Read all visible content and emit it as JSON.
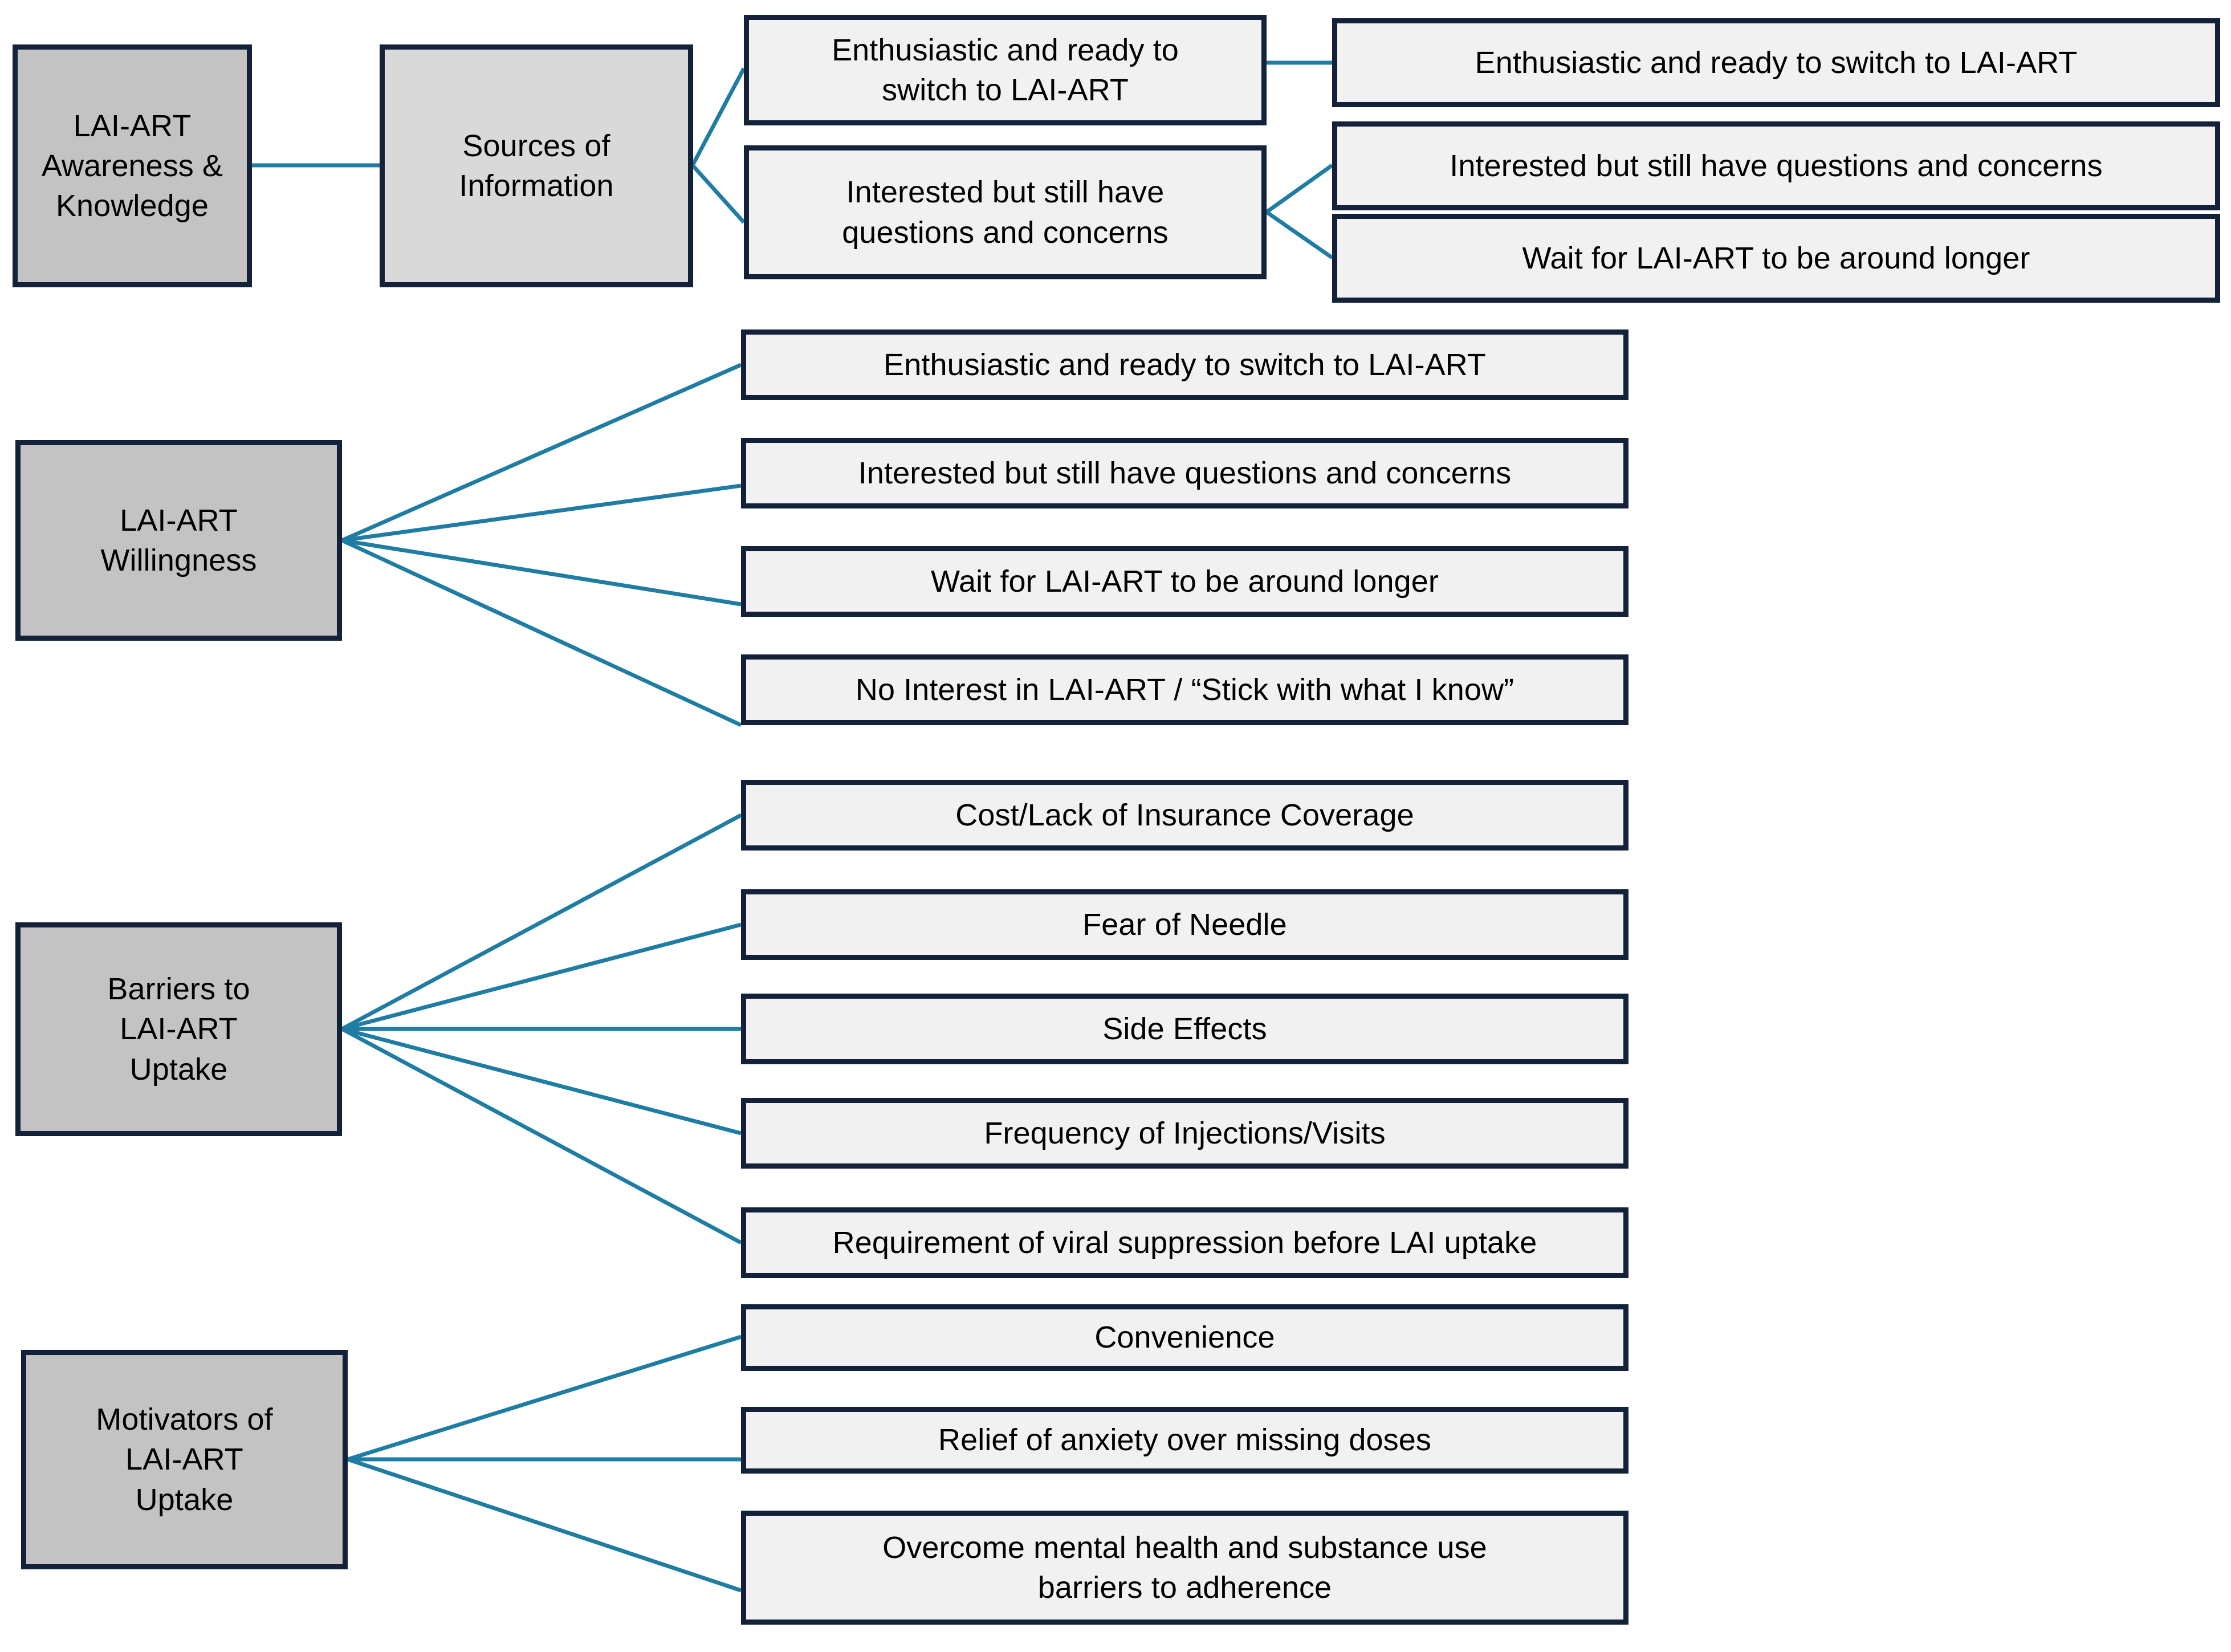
{
  "diagram": {
    "title": "LAI-ART thematic framework",
    "colors": {
      "border": "#13223a",
      "root_fill": "#c3c3c3",
      "stage_fill": "#d9d9d9",
      "leaf_fill": "#f1f1f1",
      "connector": "#1f7ca3",
      "background": "#ffffff",
      "text": "#000000"
    }
  },
  "sections": [
    {
      "id": "awareness",
      "root": {
        "label": "LAI-ART\nAwareness &\nKnowledge"
      },
      "stage": {
        "label": "Sources of\nInformation"
      },
      "middle": [
        {
          "label": "Enthusiastic and ready to\nswitch to LAI-ART"
        },
        {
          "label": "Interested but still have\nquestions and concerns"
        }
      ],
      "right": [
        {
          "label": "Enthusiastic and ready to switch to LAI-ART"
        },
        {
          "label": "Interested but still have questions and concerns"
        },
        {
          "label": "Wait for LAI-ART to be around longer"
        }
      ]
    },
    {
      "id": "willingness",
      "root": {
        "label": "LAI-ART\nWillingness"
      },
      "items": [
        {
          "label": "Enthusiastic and ready to switch to LAI-ART"
        },
        {
          "label": "Interested but still have questions and concerns"
        },
        {
          "label": "Wait for LAI-ART to be around longer"
        },
        {
          "label": "No Interest in LAI-ART / “Stick with what I know”"
        }
      ]
    },
    {
      "id": "barriers",
      "root": {
        "label": "Barriers to\nLAI-ART\nUptake"
      },
      "items": [
        {
          "label": "Cost/Lack of Insurance Coverage"
        },
        {
          "label": "Fear of Needle"
        },
        {
          "label": "Side Effects"
        },
        {
          "label": "Frequency of Injections/Visits"
        },
        {
          "label": "Requirement of viral suppression before LAI uptake"
        }
      ]
    },
    {
      "id": "motivators",
      "root": {
        "label": "Motivators of\nLAI-ART\nUptake"
      },
      "items": [
        {
          "label": "Convenience"
        },
        {
          "label": "Relief of anxiety over missing doses"
        },
        {
          "label": "Overcome mental health and substance use\nbarriers to adherence"
        }
      ]
    }
  ]
}
